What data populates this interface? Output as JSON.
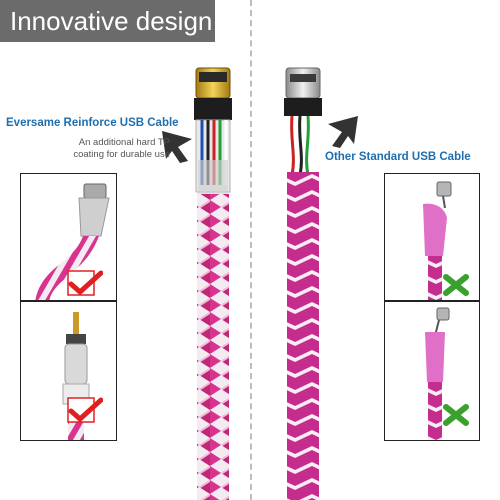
{
  "banner": {
    "title": "Innovative design"
  },
  "left": {
    "title": "Eversame Reinforce USB Cable",
    "subtitle_line1": "An additional hard TP",
    "subtitle_line2": "coating for durable use",
    "panel_status": [
      "check",
      "check"
    ],
    "status_color": "#e02020"
  },
  "right": {
    "title": "Other Standard USB Cable",
    "panel_status": [
      "cross",
      "cross"
    ],
    "status_color": "#3aa12e"
  },
  "colors": {
    "braid_pink": "#d8348f",
    "braid_white": "#f4eaf1",
    "label_blue": "#1e6fb0",
    "banner_gray": "#6b6b6b"
  }
}
